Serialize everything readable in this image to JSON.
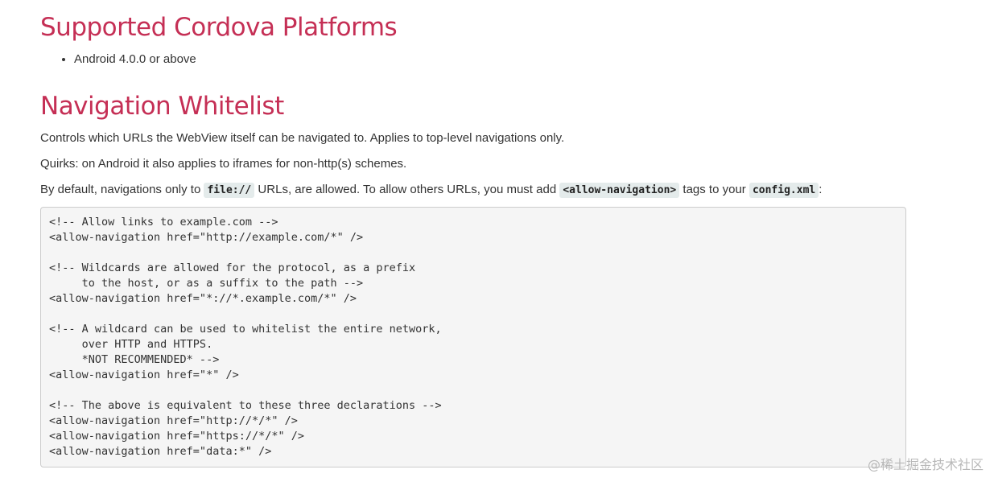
{
  "platforms": {
    "heading": "Supported Cordova Platforms",
    "items": [
      "Android 4.0.0 or above"
    ]
  },
  "navigation": {
    "heading": "Navigation Whitelist",
    "para1": "Controls which URLs the WebView itself can be navigated to. Applies to top-level navigations only.",
    "para2": "Quirks: on Android it also applies to iframes for non-http(s) schemes.",
    "para3": {
      "t1": "By default, navigations only to ",
      "c1": "file://",
      "t2": " URLs, are allowed. To allow others URLs, you must add ",
      "c2": "<allow-navigation>",
      "t3": " tags to your ",
      "c3": "config.xml",
      "t4": ":"
    },
    "code": "<!-- Allow links to example.com -->\n<allow-navigation href=\"http://example.com/*\" />\n\n<!-- Wildcards are allowed for the protocol, as a prefix\n     to the host, or as a suffix to the path -->\n<allow-navigation href=\"*://*.example.com/*\" />\n\n<!-- A wildcard can be used to whitelist the entire network,\n     over HTTP and HTTPS.\n     *NOT RECOMMENDED* -->\n<allow-navigation href=\"*\" />\n\n<!-- The above is equivalent to these three declarations -->\n<allow-navigation href=\"http://*/*\" />\n<allow-navigation href=\"https://*/*\" />\n<allow-navigation href=\"data:*\" />"
  },
  "watermark": "@稀土掘金技术社区"
}
